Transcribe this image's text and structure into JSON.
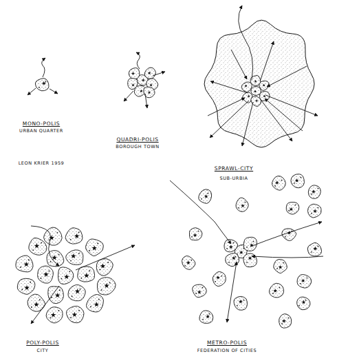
{
  "diagram": {
    "labels": [
      "MONO-POLIS",
      "URBAN QUARTER",
      "LEON KRIER 1959",
      "QUADRI-POLIS",
      "BOROUGH TOWN",
      "SPRAWL-CITY",
      "SUB-URBIA",
      "POLY-POLIS",
      "CITY",
      "METRO-POLIS",
      "FEDERATION OF CITIES"
    ]
  }
}
